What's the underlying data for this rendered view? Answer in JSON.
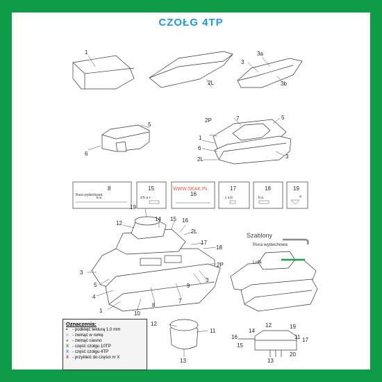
{
  "title": "CZOŁG 4TP",
  "watermark": "WWW.SEAK.PL",
  "parts": {
    "p1": "1",
    "p2L": "2L",
    "p3": "3",
    "p3a": "3a",
    "p3b": "3b",
    "p5": "5",
    "p6": "6",
    "p7": "7",
    "p2P": "2P",
    "p8": "8",
    "p9": "9",
    "p10": "10",
    "p11": "11",
    "p12": "12",
    "p13": "13",
    "p14": "14",
    "p15": "15",
    "p16": "16",
    "p17": "17",
    "p18": "18",
    "p19": "19",
    "p20": "20",
    "p4": "4"
  },
  "detail_boxes": [
    {
      "num": "8",
      "sub": "Rura\nwydechowa",
      "letters": "b  a"
    },
    {
      "num": "15",
      "letters": "d  b  a  c"
    },
    {
      "num": "16",
      "letters": ""
    },
    {
      "num": "17",
      "letters": "c  a  b"
    },
    {
      "num": "18",
      "letters": "b  a"
    },
    {
      "num": "19",
      "letters": "a"
    }
  ],
  "templates": {
    "heading": "Szablony",
    "exhaust": "Rura wydechowa",
    "barrel": "Lufa",
    "exhaust_color": "#8a8a8a",
    "barrel_color": "#1a9e48"
  },
  "legend": {
    "heading": "Oznaczenia:",
    "items": [
      {
        "symbol": "•",
        "text": "- podklejć tekturą 1,0 mm",
        "color": "#222222"
      },
      {
        "symbol": "○",
        "text": "- zwinąć w rurkę",
        "color": "#222222"
      },
      {
        "symbol": "●",
        "text": "- zwinąć ciasno",
        "color": "#888888"
      },
      {
        "symbol": "X",
        "text": "- część czołgu 10TP",
        "color": "#1a9e48"
      },
      {
        "symbol": "X",
        "text": "- część czołgu 4TP",
        "color": "#1e9ad6"
      },
      {
        "symbol": "X",
        "text": "- przykleić do części nr X",
        "color": "#e03030"
      }
    ]
  },
  "colors": {
    "frame": "#0f9c48",
    "title": "#1e9ad6"
  }
}
